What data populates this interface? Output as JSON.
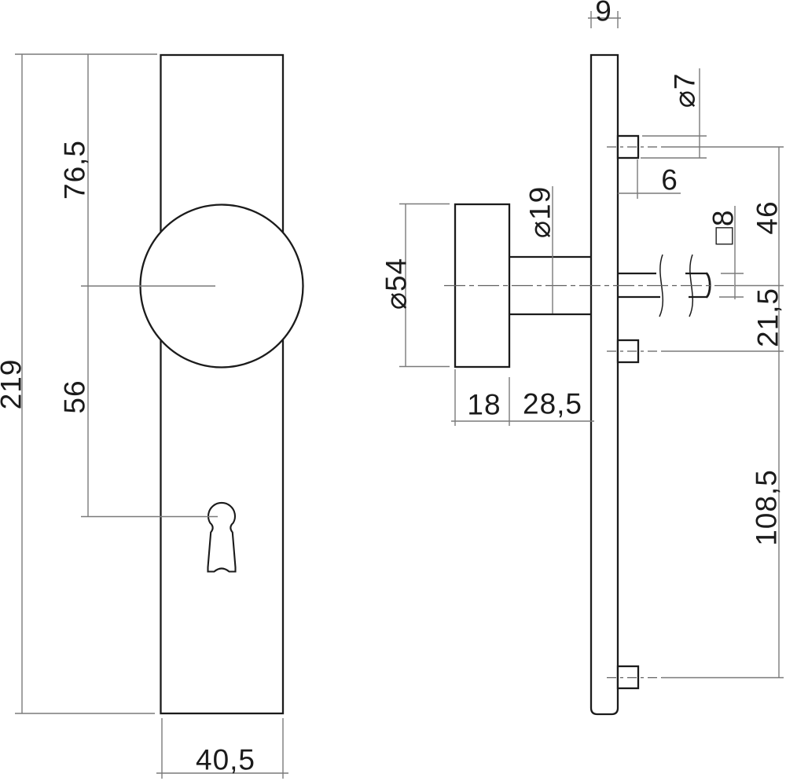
{
  "drawing": {
    "description": "Technical dimension drawing of a door knob on a long backplate, front view and side view",
    "colors": {
      "background": "#ffffff",
      "object_line": "#1b1b1b",
      "dimension_line": "#7a7a7a",
      "text": "#1b1b1b"
    },
    "front_view": {
      "labels": {
        "plate_height": "219",
        "knob_center_from_top": "76,5",
        "knob_center_to_keyhole": "56",
        "plate_width": "40,5"
      }
    },
    "side_view": {
      "labels": {
        "plate_thickness": "9",
        "screw_stud_diameter": "⌀7",
        "screw_stud_length": "6",
        "knob_diameter": "⌀54",
        "neck_diameter": "⌀19",
        "knob_depth": "18",
        "neck_length": "28,5",
        "spindle_square_size": "□8",
        "top_stud_to_spindle": "46",
        "spindle_to_mid_stud": "21,5",
        "mid_to_bottom_stud": "108,5"
      }
    }
  }
}
